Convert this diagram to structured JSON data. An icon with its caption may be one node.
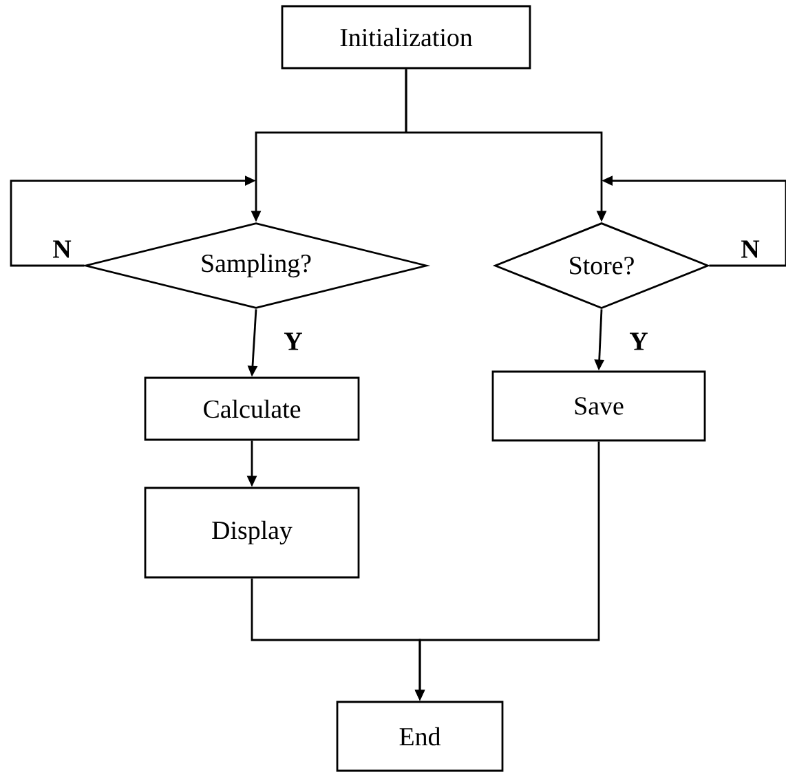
{
  "diagram": {
    "nodes": [
      {
        "text": [
          "Initialization"
        ]
      },
      {
        "text": [
          "Sampling?"
        ]
      },
      {
        "text": [
          "Store?"
        ]
      },
      {
        "text": [
          "Calculate"
        ]
      },
      {
        "text": [
          "Display"
        ]
      },
      {
        "text": [
          "Save"
        ]
      },
      {
        "text": [
          "End"
        ]
      }
    ],
    "edges": [
      {
        "from": 0,
        "to": 1,
        "arrow": "to"
      },
      {
        "from": 0,
        "to": 2,
        "arrow": "to"
      },
      {
        "from": 1,
        "to": 1,
        "arrow": "to",
        "label": "N"
      },
      {
        "from": 2,
        "to": 2,
        "arrow": "to",
        "label": "N"
      },
      {
        "from": 1,
        "to": 3,
        "arrow": "to",
        "label": "Y"
      },
      {
        "from": 2,
        "to": 5,
        "arrow": "to",
        "label": "Y"
      },
      {
        "from": 3,
        "to": 4,
        "arrow": "to"
      },
      {
        "from": 4,
        "to": 6,
        "arrow": "to"
      },
      {
        "from": 5,
        "to": 6,
        "arrow": "to"
      }
    ]
  }
}
